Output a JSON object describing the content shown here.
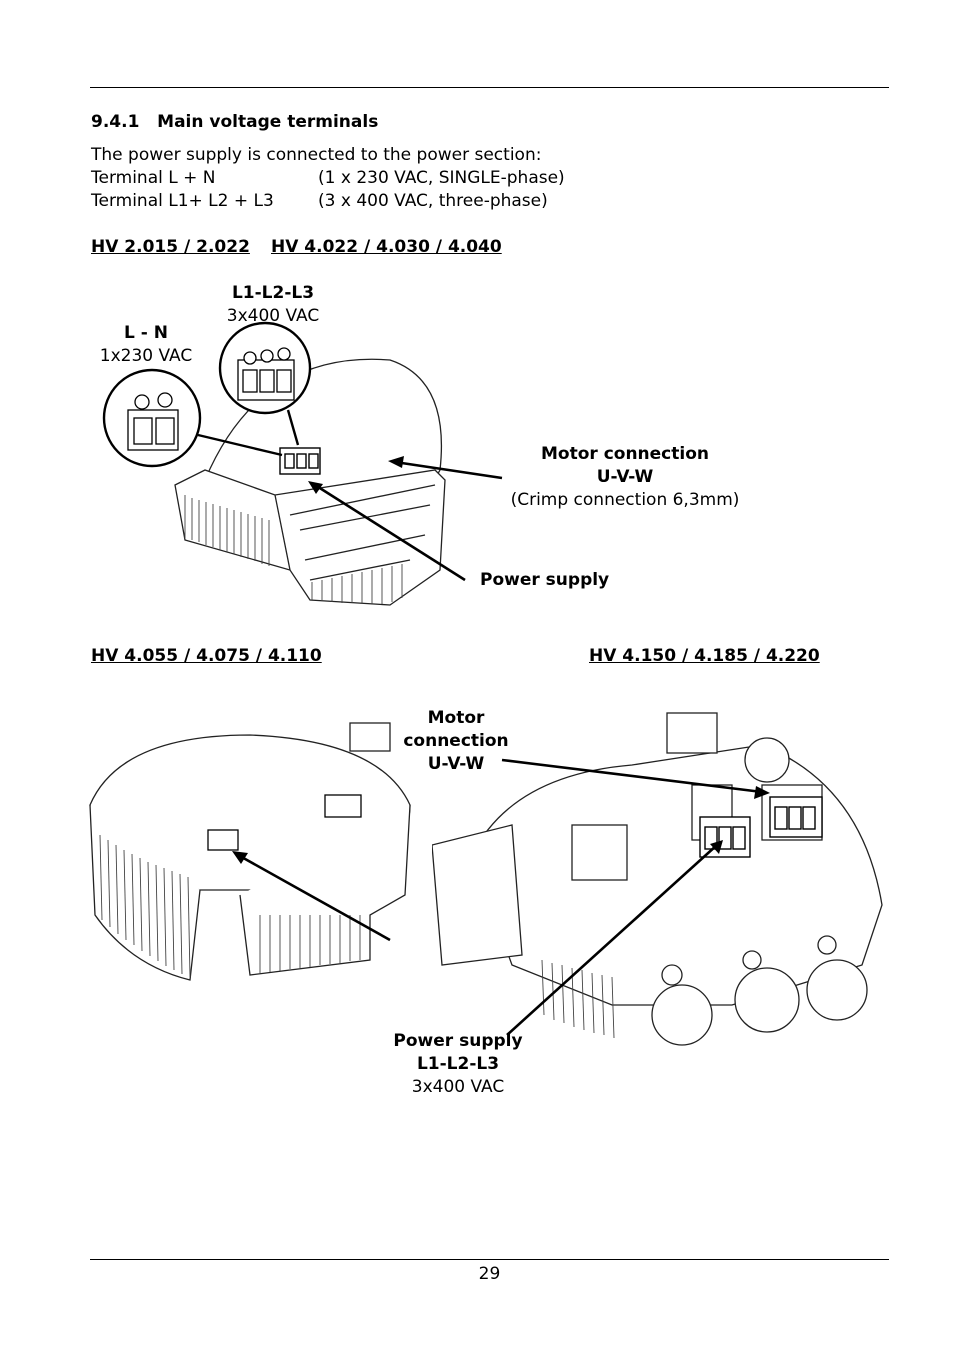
{
  "section": {
    "number": "9.4.1",
    "title": "Main voltage terminals"
  },
  "intro": {
    "line1": "The power supply is connected to the power section:",
    "rows": [
      {
        "terminal": "Terminal L + N",
        "spec": "(1 x 230 VAC, SINGLE-phase)"
      },
      {
        "terminal": "Terminal L1+ L2 + L3",
        "spec": "(3 x 400 VAC, three-phase)"
      }
    ]
  },
  "figure1": {
    "heading_a": "HV 2.015 / 2.022",
    "heading_b": "HV 4.022 / 4.030 / 4.040",
    "label_l123_title": "L1-L2-L3",
    "label_l123_spec": "3x400 VAC",
    "label_ln_title": "L - N",
    "label_ln_spec": "1x230 VAC",
    "motor_title": "Motor connection",
    "motor_sub": "U-V-W",
    "motor_note": "(Crimp connection 6,3mm)",
    "power_supply": "Power supply"
  },
  "figure2": {
    "heading_a": "HV 4.055 / 4.075 / 4.110",
    "heading_b": "HV 4.150 / 4.185 / 4.220",
    "motor_line1": "Motor",
    "motor_line2": "connection",
    "motor_line3": "U-V-W",
    "ps_line1": "Power supply",
    "ps_line2": "L1-L2-L3",
    "ps_line3": "3x400 VAC"
  },
  "footer": {
    "page_number": "29"
  }
}
